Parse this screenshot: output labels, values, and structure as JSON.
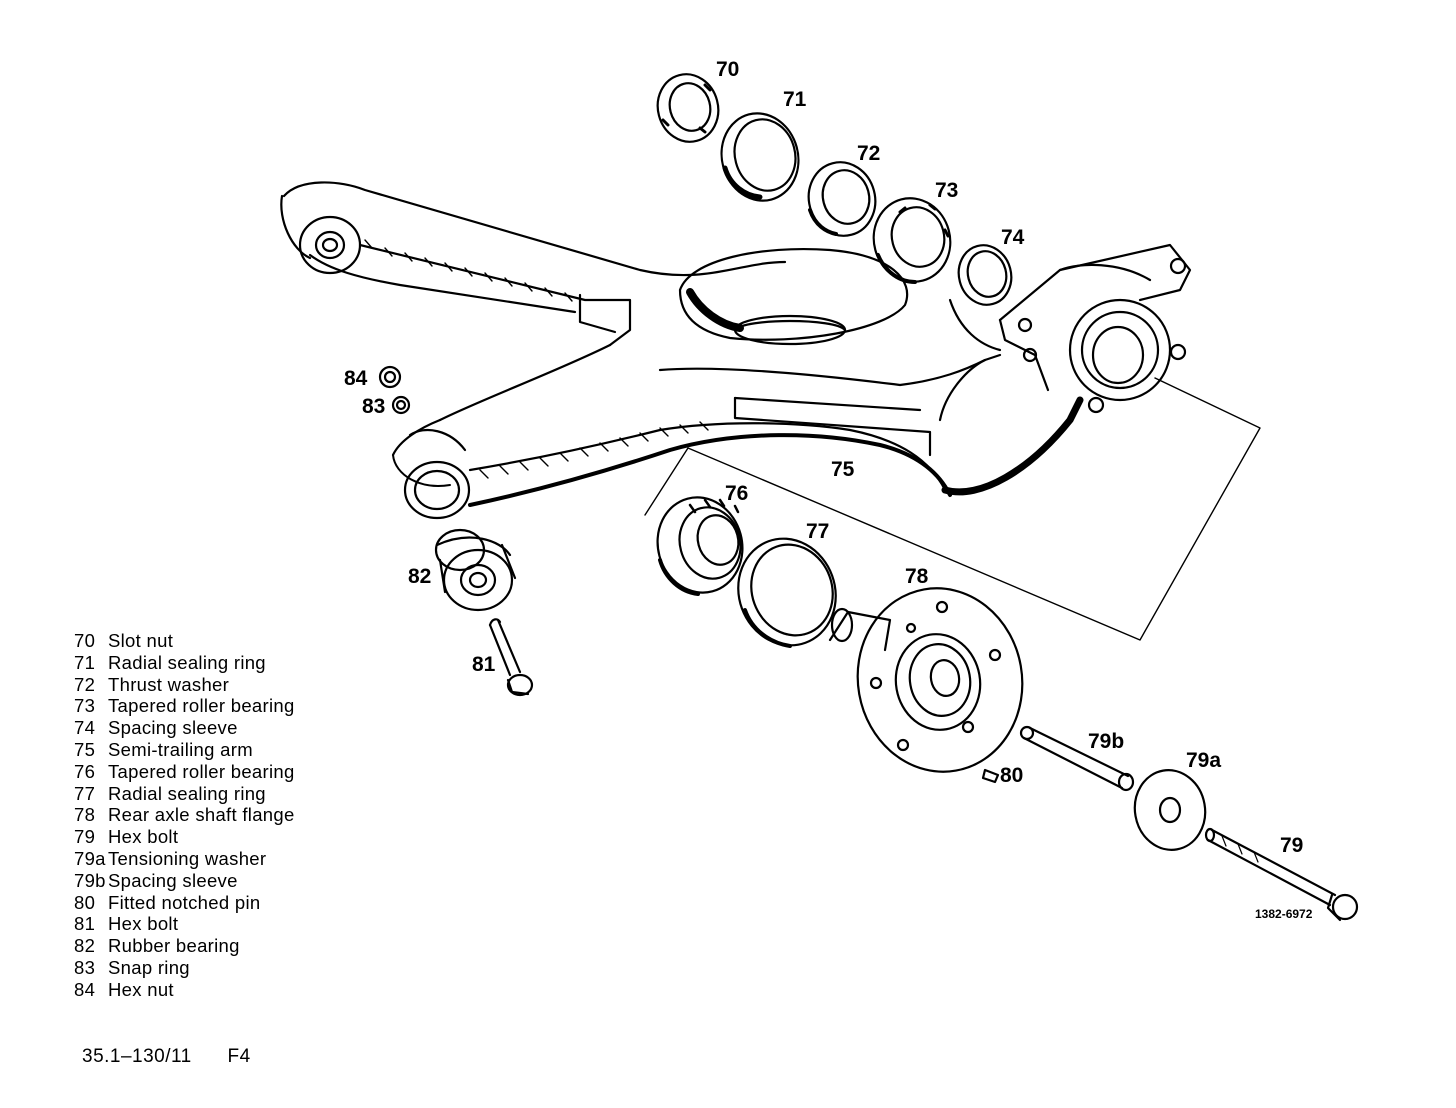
{
  "callouts": {
    "p70": "70",
    "p71": "71",
    "p72": "72",
    "p73": "73",
    "p74": "74",
    "p75": "75",
    "p76": "76",
    "p77": "77",
    "p78": "78",
    "p79": "79",
    "p79a": "79a",
    "p79b": "79b",
    "p80": "80",
    "p81": "81",
    "p82": "82",
    "p83": "83",
    "p84": "84"
  },
  "drawing_code": "1382-6972",
  "legend": [
    {
      "num": "70",
      "label": "Slot nut"
    },
    {
      "num": "71",
      "label": "Radial sealing ring"
    },
    {
      "num": "72",
      "label": "Thrust washer"
    },
    {
      "num": "73",
      "label": "Tapered roller bearing"
    },
    {
      "num": "74",
      "label": "Spacing sleeve"
    },
    {
      "num": "75",
      "label": "Semi-trailing arm"
    },
    {
      "num": "76",
      "label": "Tapered roller bearing"
    },
    {
      "num": "77",
      "label": "Radial sealing ring"
    },
    {
      "num": "78",
      "label": "Rear axle shaft flange"
    },
    {
      "num": "79",
      "label": "Hex bolt"
    },
    {
      "num": "79a",
      "label": "Tensioning washer"
    },
    {
      "num": "79b",
      "label": "Spacing sleeve"
    },
    {
      "num": "80",
      "label": "Fitted notched pin"
    },
    {
      "num": "81",
      "label": "Hex bolt"
    },
    {
      "num": "82",
      "label": "Rubber bearing"
    },
    {
      "num": "83",
      "label": "Snap ring"
    },
    {
      "num": "84",
      "label": "Hex nut"
    }
  ],
  "footer": {
    "ref": "35.1–130/11",
    "fig": "F4"
  }
}
